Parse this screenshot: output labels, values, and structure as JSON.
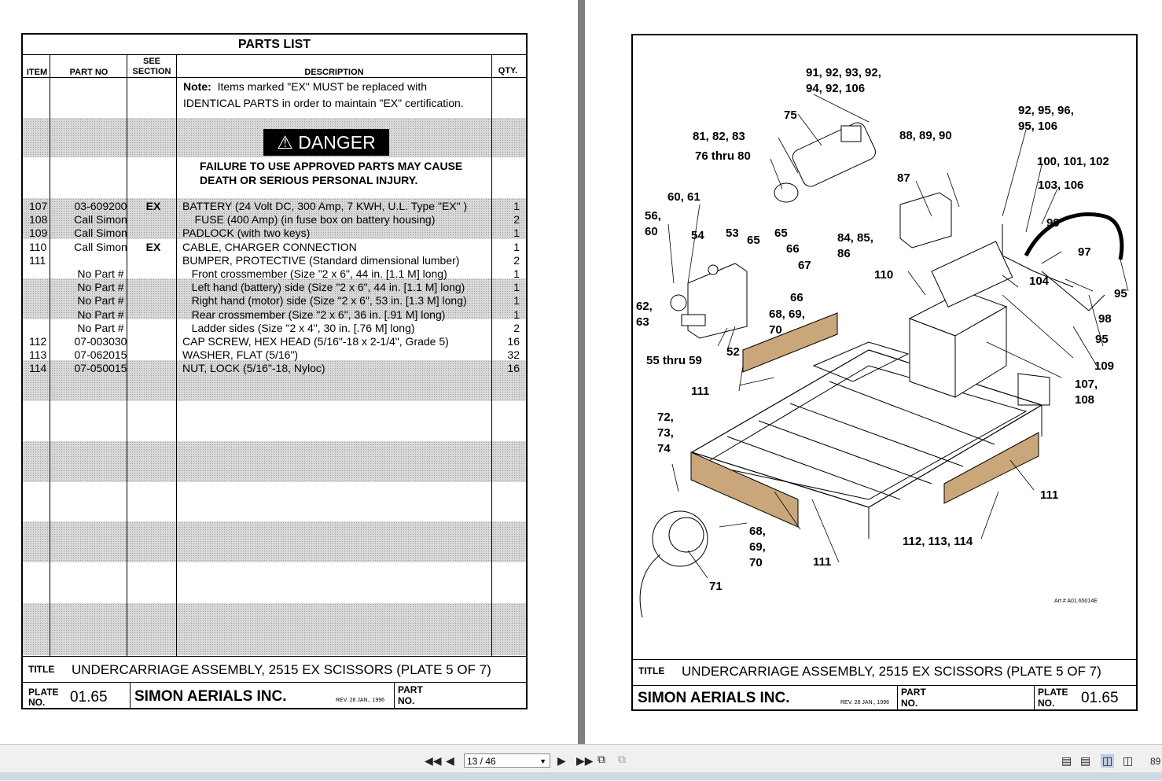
{
  "parts_list": {
    "title": "PARTS LIST",
    "headers": {
      "item": "ITEM",
      "part_no": "PART NO",
      "see": "SEE",
      "section": "SECTION",
      "description": "DESCRIPTION",
      "qty": "QTY."
    },
    "note_label": "Note:",
    "note_line1": "Items marked \"EX\" MUST be replaced with",
    "note_line2": "IDENTICAL PARTS in order to maintain \"EX\" certification.",
    "danger_label": "DANGER",
    "danger_line1": "FAILURE TO USE APPROVED PARTS  MAY CAUSE",
    "danger_line2": "DEATH OR SERIOUS PERSONAL INJURY.",
    "rows": [
      {
        "item": "107",
        "part": "03-609200",
        "sec": "EX",
        "desc": "BATTERY (24 Volt DC, 300 Amp, 7 KWH, U.L. Type \"EX\" )",
        "qty": "1"
      },
      {
        "item": "108",
        "part": "Call Simon",
        "sec": "",
        "desc": "    FUSE (400 Amp) (in fuse box on battery housing)",
        "qty": "2"
      },
      {
        "item": "109",
        "part": "Call Simon",
        "sec": "",
        "desc": "PADLOCK (with two keys)",
        "qty": "1"
      },
      {
        "item": "110",
        "part": "Call Simon",
        "sec": "EX",
        "desc": "CABLE, CHARGER CONNECTION",
        "qty": "1"
      },
      {
        "item": "111",
        "part": "",
        "sec": "",
        "desc": "BUMPER, PROTECTIVE (Standard dimensional lumber)",
        "qty": "2"
      },
      {
        "item": "",
        "part": "No Part #",
        "sec": "",
        "desc": "   Front crossmember (Size \"2 x 6\", 44 in. [1.1 M] long)",
        "qty": "1"
      },
      {
        "item": "",
        "part": "No Part #",
        "sec": "",
        "desc": "   Left hand (battery) side (Size \"2 x 6\", 44 in. [1.1 M] long)",
        "qty": "1"
      },
      {
        "item": "",
        "part": "No Part #",
        "sec": "",
        "desc": "   Right hand (motor) side (Size \"2 x 6\", 53 in. [1.3 M] long)",
        "qty": "1"
      },
      {
        "item": "",
        "part": "No Part #",
        "sec": "",
        "desc": "   Rear crossmember (Size \"2 x 6\", 36 in. [.91 M] long)",
        "qty": "1"
      },
      {
        "item": "",
        "part": "No Part #",
        "sec": "",
        "desc": "   Ladder sides (Size \"2 x 4\", 30 in. [.76 M] long)",
        "qty": "2"
      },
      {
        "item": "112",
        "part": "07-003030",
        "sec": "",
        "desc": "CAP SCREW, HEX HEAD (5/16\"-18 x 2-1/4\", Grade 5)",
        "qty": "16"
      },
      {
        "item": "113",
        "part": "07-062015",
        "sec": "",
        "desc": "WASHER, FLAT (5/16\")",
        "qty": "32"
      },
      {
        "item": "114",
        "part": "07-050015",
        "sec": "",
        "desc": "NUT, LOCK (5/16\"-18, Nyloc)",
        "qty": "16"
      }
    ]
  },
  "title_block": {
    "title_label": "TITLE",
    "title": "UNDERCARRIAGE ASSEMBLY, 2515 EX SCISSORS (PLATE 5 OF 7)",
    "plate_label_1": "PLATE",
    "plate_label_2": "NO.",
    "plate_no": "01.65",
    "company": "SIMON AERIALS INC.",
    "rev": "REV. 28 JAN., 1996",
    "part_label_1": "PART",
    "part_label_2": "NO."
  },
  "diagram": {
    "art_no": "Art # A01.65014E",
    "callouts": [
      "91, 92, 93, 92,",
      "94, 92, 106",
      "75",
      "81, 82, 83",
      "76 thru 80",
      "88, 89, 90",
      "92, 95, 96,",
      "95, 106",
      "100, 101, 102",
      "103, 106",
      "87",
      "60, 61",
      "56,",
      "60",
      "54",
      "53",
      "65",
      "65",
      "66",
      "67",
      "99",
      "84, 85,",
      "86",
      "97",
      "110",
      "104",
      "66",
      "62,",
      "63",
      "68, 69,",
      "70",
      "95",
      "98",
      "95",
      "52",
      "55 thru 59",
      "109",
      "107,",
      "108",
      "111",
      "72,",
      "73,",
      "74",
      "111",
      "68,",
      "69,",
      "70",
      "111",
      "112, 113, 114",
      "71"
    ]
  },
  "viewer": {
    "page_indicator": "13 / 46",
    "zoom": "89"
  }
}
